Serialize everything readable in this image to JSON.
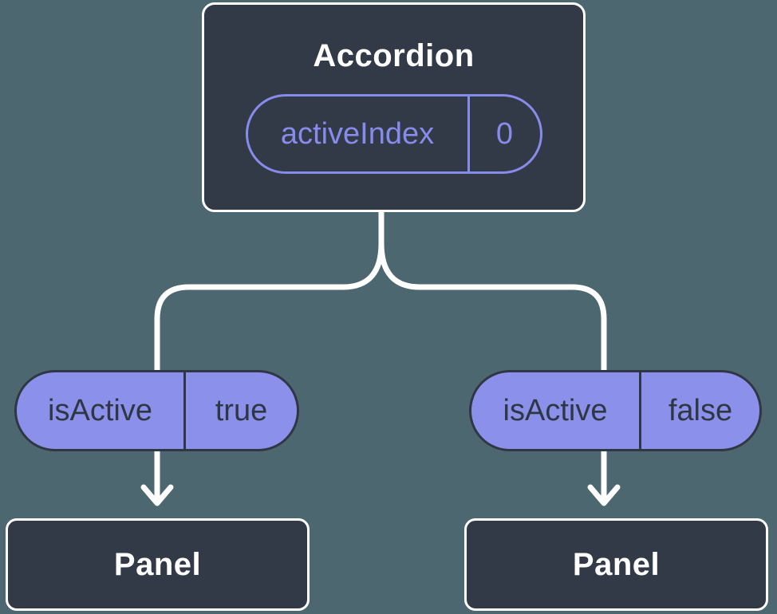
{
  "theme": {
    "background": "#4D6770",
    "node_bg": "#333A47",
    "node_border": "#FFFFFF",
    "connector": "#FFFFFF",
    "pill_fill": "#8B90EA",
    "pill_outline": "#878BEB",
    "pill_text_dark": "#303744",
    "text_light": "#FFFFFF"
  },
  "tree": {
    "root": {
      "title": "Accordion",
      "state": {
        "name": "activeIndex",
        "value": "0"
      }
    },
    "children": [
      {
        "state": {
          "name": "isActive",
          "value": "true"
        },
        "panel": "Panel"
      },
      {
        "state": {
          "name": "isActive",
          "value": "false"
        },
        "panel": "Panel"
      }
    ]
  }
}
